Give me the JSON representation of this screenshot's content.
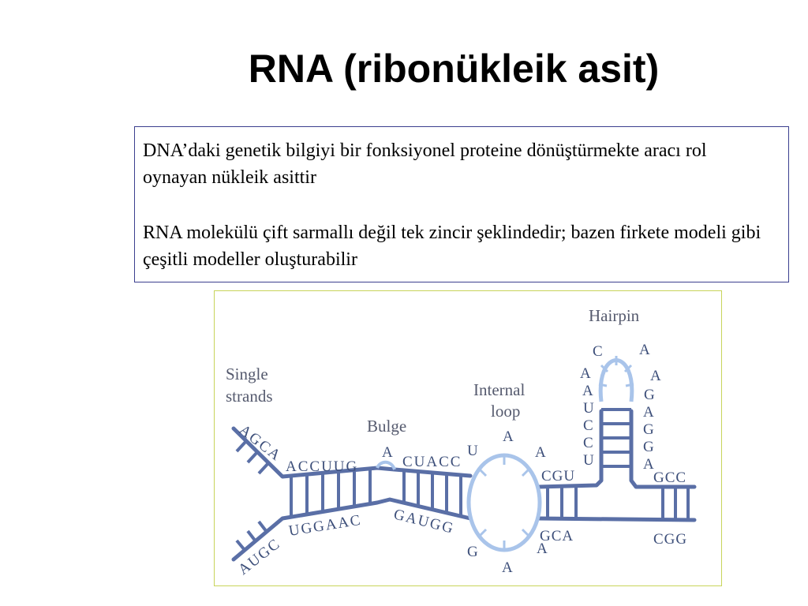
{
  "title": "RNA (ribonükleik asit)",
  "paragraphs": [
    "DNA’daki genetik bilgiyi bir fonksiyonel proteine dönüştürmekte aracı rol oynayan nükleik asittir",
    "RNA molekülü çift sarmallı değil tek zincir şeklindedir; bazen firkete modeli gibi çeşitli modeller oluşturabilir"
  ],
  "diagram": {
    "labels": {
      "single_strands_1": "Single",
      "single_strands_2": "strands",
      "bulge": "Bulge",
      "internal_loop_1": "Internal",
      "internal_loop_2": "loop",
      "hairpin": "Hairpin"
    },
    "colors": {
      "strand": "#5a6fa6",
      "loop": "#a9c4ea",
      "text": "#3d4f7a",
      "figure_border": "#c8d45a",
      "box_border": "#3b3f8f"
    },
    "bases": {
      "left_tail_upper": "AGCA",
      "upper_left": "ACCUUG",
      "bulge_base": "A",
      "upper_mid": "CUACC",
      "internal_loop_top": [
        "U",
        "A",
        "A"
      ],
      "upper_right": "CGU",
      "hairpin_left": [
        "A",
        "A",
        "U",
        "C",
        "C",
        "U"
      ],
      "hairpin_top": [
        "C",
        "A"
      ],
      "hairpin_right": [
        "A",
        "G",
        "A",
        "G",
        "G",
        "A"
      ],
      "upper_far_right": "GCC",
      "left_tail_lower": "AUGC",
      "lower_left": "UGGAAC",
      "lower_mid": "GAUGG",
      "internal_loop_bottom": [
        "G",
        "A",
        "A"
      ],
      "lower_right": "GCA",
      "lower_far_right": "CGG"
    }
  }
}
